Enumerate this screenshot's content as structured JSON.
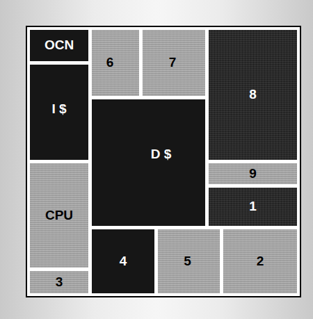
{
  "diagram": {
    "nodes": [
      {
        "text": [
          "OCN"
        ]
      },
      {
        "text": [
          "6"
        ]
      },
      {
        "text": [
          "7"
        ]
      },
      {
        "text": [
          "8"
        ]
      },
      {
        "text": [
          "I $"
        ]
      },
      {
        "text": [
          "D $"
        ]
      },
      {
        "text": [
          "9"
        ]
      },
      {
        "text": [
          "1"
        ]
      },
      {
        "text": [
          "CPU"
        ]
      },
      {
        "text": [
          "4"
        ]
      },
      {
        "text": [
          "5"
        ]
      },
      {
        "text": [
          "2"
        ]
      },
      {
        "text": [
          "3"
        ]
      }
    ]
  }
}
